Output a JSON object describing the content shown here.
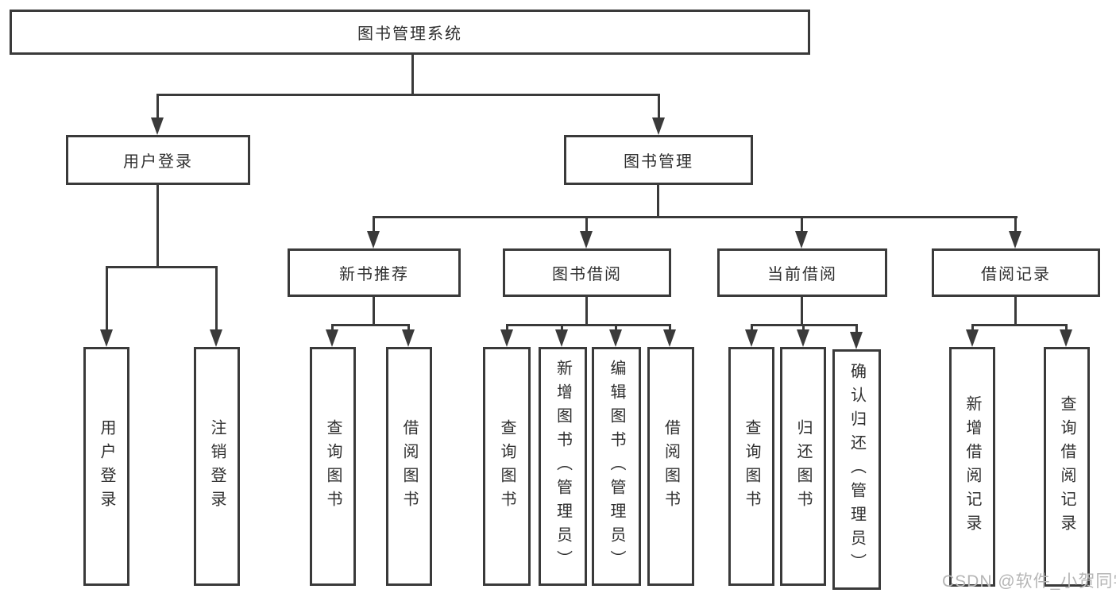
{
  "diagram": {
    "root": {
      "label": "图书管理系统"
    },
    "branches": {
      "user": {
        "label": "用户登录",
        "children": [
          {
            "label": "用户登录"
          },
          {
            "label": "注销登录"
          }
        ]
      },
      "book": {
        "label": "图书管理",
        "groups": [
          {
            "label": "新书推荐",
            "children": [
              {
                "label": "查询图书"
              },
              {
                "label": "借阅图书"
              }
            ]
          },
          {
            "label": "图书借阅",
            "children": [
              {
                "label": "查询图书"
              },
              {
                "label": "新增图书（管理员）"
              },
              {
                "label": "编辑图书（管理员）"
              },
              {
                "label": "借阅图书"
              }
            ]
          },
          {
            "label": "当前借阅",
            "children": [
              {
                "label": "查询图书"
              },
              {
                "label": "归还图书"
              },
              {
                "label": "确认归还（管理员）"
              }
            ]
          },
          {
            "label": "借阅记录",
            "children": [
              {
                "label": "新增借阅记录"
              },
              {
                "label": "查询借阅记录"
              }
            ]
          }
        ]
      }
    }
  },
  "watermark": {
    "text": "CSDN @软件_小贺同学"
  },
  "colors": {
    "line": "#3a3a3a",
    "text": "#2f2f2f",
    "background": "#ffffff",
    "watermark": "#b5b5b5"
  }
}
